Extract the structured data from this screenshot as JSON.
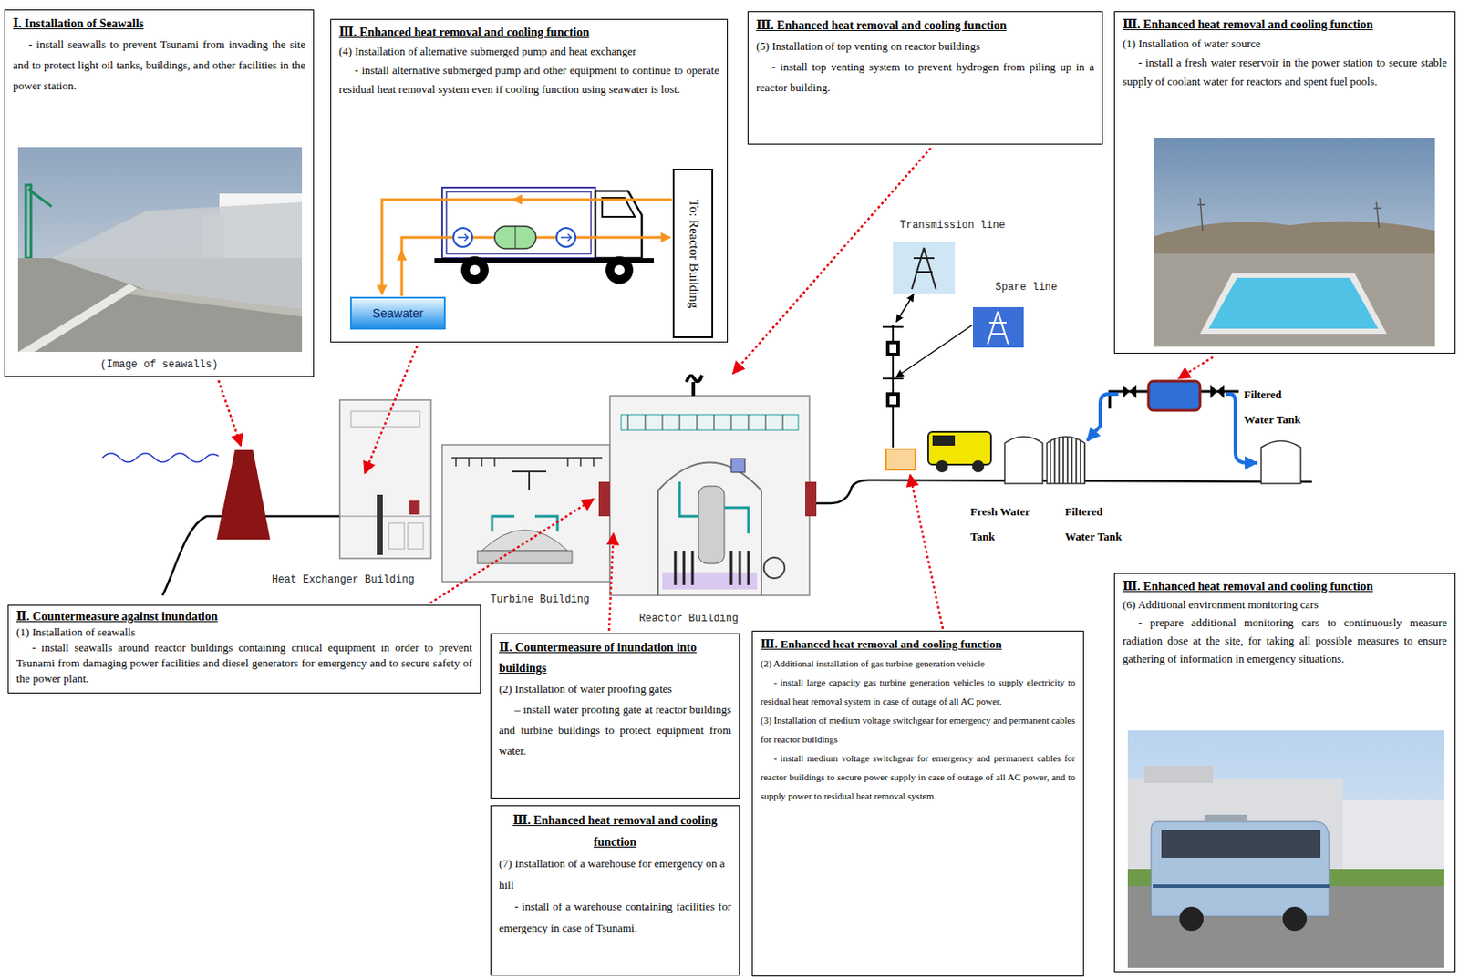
{
  "diagram": {
    "nodes": [
      {
        "text": [
          "Ⅰ. Installation of Seawalls",
          "- install seawalls to prevent Tsunami from invading the site and to protect light oil tanks, buildings, and other facilities in the power station.",
          "(Image of seawalls)"
        ]
      },
      {
        "text": [
          "Ⅲ. Enhanced heat removal and cooling function",
          "(4) Installation of alternative submerged pump and heat exchanger",
          "- install alternative submerged pump and other equipment to continue to operate residual heat removal system even if cooling function using seawater is lost."
        ]
      },
      {
        "text": [
          "To: Reactor Building"
        ],
        "in": 1
      },
      {
        "text": [
          "Seawater"
        ],
        "in": 1
      },
      {
        "text": [
          "Ⅲ. Enhanced heat removal and cooling function",
          "(5) Installation of top venting on reactor buildings",
          "- install top venting system to prevent hydrogen from piling up in a reactor building."
        ]
      },
      {
        "text": [
          "Ⅲ. Enhanced heat removal and cooling function",
          "(1) Installation of water source",
          "- install a fresh water reservoir in the power station to secure stable supply of coolant water for reactors and spent fuel pools."
        ]
      },
      {
        "text": [
          "Ⅱ. Countermeasure against inundation",
          "(1) Installation of seawalls",
          "- install seawalls around reactor buildings containing critical equipment in order to prevent Tsunami from damaging power facilities and diesel generators for emergency and to secure safety of the power plant."
        ]
      },
      {
        "text": [
          "Ⅱ. Countermeasure of inundation into buildings",
          "(2) Installation of water proofing gates",
          "– install water proofing gate at reactor buildings and turbine buildings to protect equipment from water."
        ]
      },
      {
        "text": [
          "Ⅲ. Enhanced heat removal and cooling function",
          "(7) Installation of a warehouse for emergency on a hill",
          "- install of a warehouse containing facilities for emergency in case of Tsunami."
        ]
      },
      {
        "text": [
          "Ⅲ. Enhanced heat removal and cooling function",
          "(2) Additional installation of gas turbine generation vehicle",
          "- install large capacity gas turbine generation vehicles to supply electricity to residual heat removal system in case of outage of all AC power.",
          "(3) Installation of medium voltage switchgear for emergency and permanent cables for reactor buildings",
          "- install medium voltage switchgear for emergency and permanent cables for reactor buildings to secure power supply in case of outage of all AC power, and to supply power to residual heat removal system."
        ]
      },
      {
        "text": [
          "Ⅲ. Enhanced heat removal and cooling function",
          "(6) Additional environment monitoring cars",
          "- prepare additional monitoring cars to continuously measure radiation dose at the site, for taking all possible measures to ensure gathering of information in emergency situations."
        ]
      }
    ],
    "labels": [
      "Heat Exchanger Building",
      "Turbine Building",
      "Reactor Building",
      "Transmission line",
      "Spare line",
      "Fresh Water Tank",
      "Filtered Water Tank",
      "Filtered Water Tank"
    ]
  }
}
